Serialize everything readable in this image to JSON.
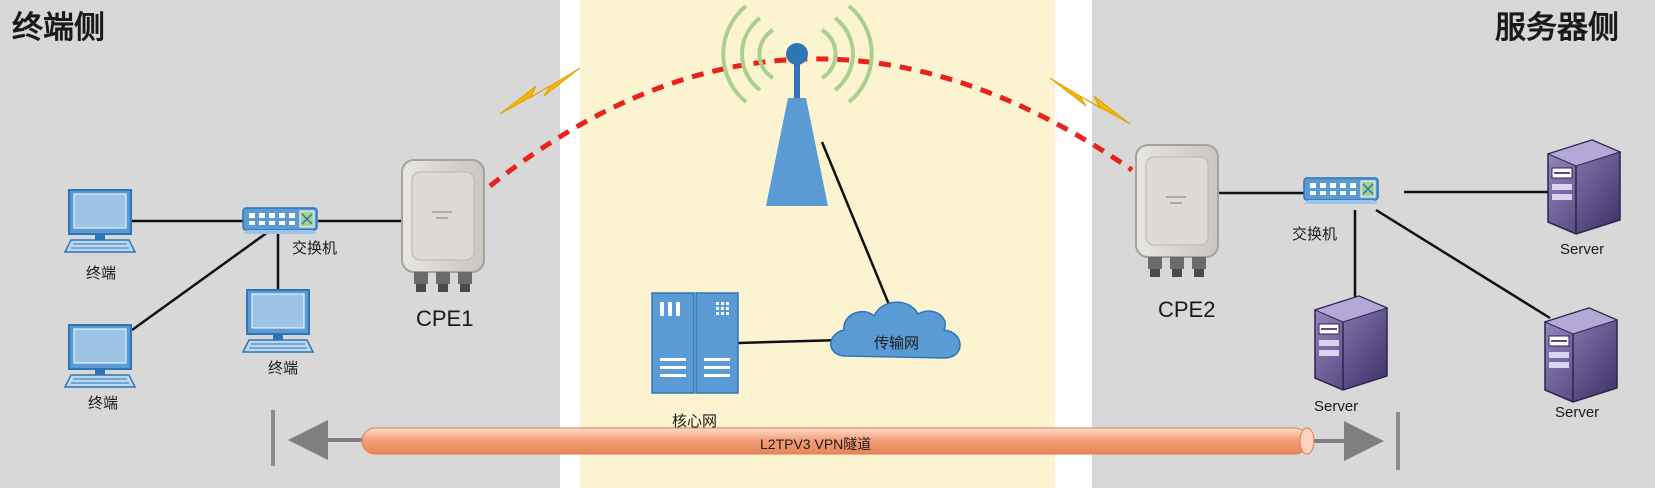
{
  "zones": {
    "left_title": "终端侧",
    "right_title": "服务器侧"
  },
  "left_side": {
    "terminal_label_1": "终端",
    "terminal_label_2": "终端",
    "terminal_label_3": "终端",
    "switch_label": "交换机",
    "cpe_label": "CPE1"
  },
  "middle": {
    "core_network_label": "核心网",
    "transport_network_label": "传输网"
  },
  "right_side": {
    "cpe_label": "CPE2",
    "switch_label": "交换机",
    "server_label_1": "Server",
    "server_label_2": "Server",
    "server_label_3": "Server"
  },
  "tunnel": {
    "label": "L2TPV3 VPN隧道"
  },
  "colors": {
    "zone_gray": "#d8d8d8",
    "zone_yellow": "#fcf3d0",
    "wireless_link": "#e8231c",
    "tower_blue": "#5b9bd5",
    "signal_green": "#a9d08e",
    "lightning": "#f5b800",
    "server_purple": "#5b4a8a",
    "tunnel_orange": "#f7a479"
  }
}
